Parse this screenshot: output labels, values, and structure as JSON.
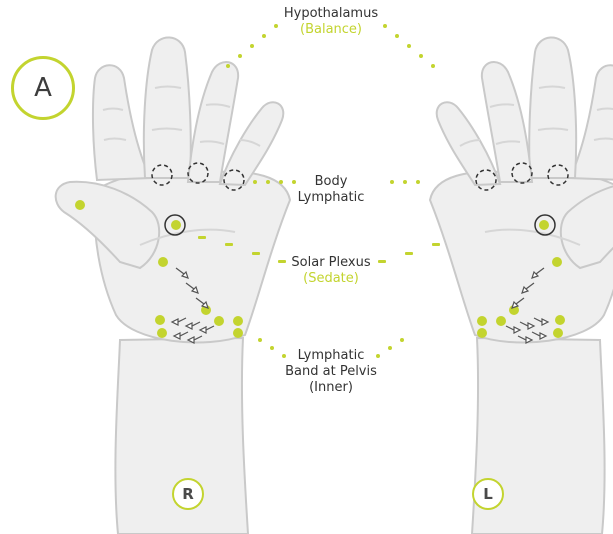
{
  "badge": "A",
  "labels": {
    "hypothalamus": {
      "name": "Hypothalamus",
      "sub": "(Balance)"
    },
    "body_lymphatic": {
      "line1": "Body",
      "line2": "Lymphatic"
    },
    "solar_plexus": {
      "name": "Solar Plexus",
      "sub": "(Sedate)"
    },
    "lymphatic_band": {
      "line1": "Lymphatic",
      "line2": "Band at Pelvis",
      "line3": "(Inner)"
    }
  },
  "hands": {
    "right": "R",
    "left": "L"
  },
  "colors": {
    "accent": "#c3d42f",
    "hand_fill": "#efefef",
    "hand_outline": "#c9c9c9",
    "crease": "#d6d6d6",
    "text": "#333333"
  }
}
